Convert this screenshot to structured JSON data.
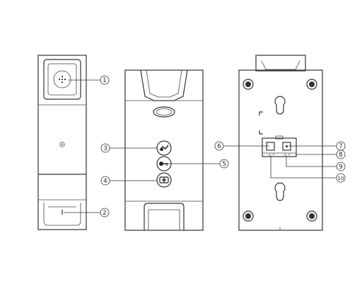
{
  "callouts": [
    {
      "id": "1",
      "label": "1"
    },
    {
      "id": "2",
      "label": "2"
    },
    {
      "id": "3",
      "label": "3"
    },
    {
      "id": "4",
      "label": "4"
    },
    {
      "id": "5",
      "label": "5"
    },
    {
      "id": "6",
      "label": "6"
    },
    {
      "id": "7",
      "label": "7"
    },
    {
      "id": "8",
      "label": "8"
    },
    {
      "id": "9",
      "label": "9"
    },
    {
      "id": "10",
      "label": "10"
    }
  ],
  "icons": {
    "front_button": "handset-icon",
    "middle_button_top": "volume-icon",
    "middle_button_mid": "key-icon",
    "middle_button_bottom": "amplify-icon"
  },
  "colors": {
    "line": "#333333",
    "background": "#ffffff"
  }
}
